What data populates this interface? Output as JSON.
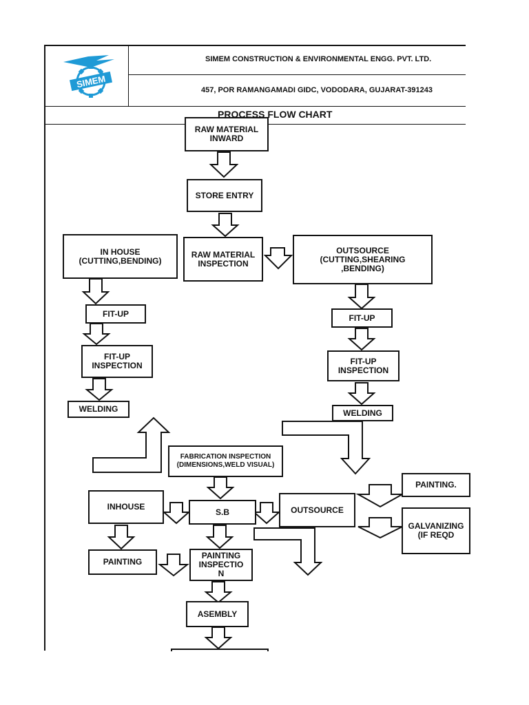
{
  "header": {
    "company": "SIMEM CONSTRUCTION & ENVIRONMENTAL ENGG. PVT. LTD.",
    "address": "457, POR RAMANGAMADI GIDC, VODODARA, GUJARAT-391243",
    "logo_text": "SIMEM",
    "logo_icon": "simem-gear-logo",
    "title": "PROCESS FLOW CHART"
  },
  "nodes": {
    "raw_material_inward": "RAW MATERIAL\nINWARD",
    "store_entry": "STORE ENTRY",
    "raw_material_inspection": "RAW MATERIAL\nINSPECTION",
    "in_house": "IN HOUSE\n(CUTTING,BENDING)",
    "outsource_top": "OUTSOURCE\n(CUTTING,SHEARING\n,BENDING)",
    "fitup_left": "FIT-UP",
    "fitup_right": "FIT-UP",
    "fitup_inspection_left": "FIT-UP\nINSPECTION",
    "fitup_inspection_right": "FIT-UP\nINSPECTION",
    "welding_left": "WELDING",
    "welding_right": "WELDING",
    "fabrication_inspection": "FABRICATION INSPECTION\n(DIMENSIONS,WELD VISUAL)",
    "sb": "S.B",
    "inhouse": "INHOUSE",
    "outsource": "OUTSOURCE",
    "painting_left": "PAINTING",
    "painting_inspection": "PAINTING\nINSPECTIO\nN",
    "painting_right": "PAINTING.",
    "galvanizing": "GALVANIZING\n(IF REQD",
    "assembly": "ASEMBLY"
  },
  "colors": {
    "line": "#111111",
    "logo": "#1e9ad6"
  }
}
